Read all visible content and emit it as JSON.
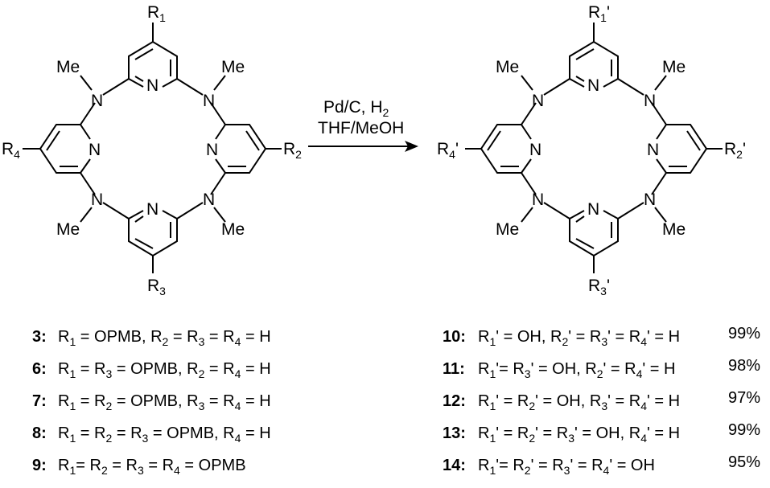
{
  "scheme": {
    "reagents": {
      "line1": "Pd/C, H",
      "line1_sub": "2",
      "line2": "THF/MeOH"
    },
    "atoms": {
      "N": "N",
      "Me": "Me",
      "R": "R",
      "prime": "'"
    },
    "left_structure": {
      "substituents": [
        "1",
        "2",
        "3",
        "4"
      ]
    },
    "right_structure": {
      "substituents": [
        "1",
        "2",
        "3",
        "4"
      ]
    },
    "left_list": [
      {
        "num": "3:",
        "parts": [
          [
            "R",
            "1"
          ],
          [
            " = OPMB, ",
            ""
          ],
          [
            "R",
            "2"
          ],
          [
            " = ",
            ""
          ],
          [
            "R",
            "3"
          ],
          [
            " = ",
            ""
          ],
          [
            "R",
            "4"
          ],
          [
            " = H",
            ""
          ]
        ]
      },
      {
        "num": "6:",
        "parts": [
          [
            "R",
            "1"
          ],
          [
            " = ",
            ""
          ],
          [
            "R",
            "3"
          ],
          [
            " = OPMB, ",
            ""
          ],
          [
            "R",
            "2"
          ],
          [
            " = ",
            ""
          ],
          [
            "R",
            "4"
          ],
          [
            " = H",
            ""
          ]
        ]
      },
      {
        "num": "7:",
        "parts": [
          [
            "R",
            "1"
          ],
          [
            " = ",
            ""
          ],
          [
            "R",
            "2"
          ],
          [
            " = OPMB, ",
            ""
          ],
          [
            "R",
            "3"
          ],
          [
            " = ",
            ""
          ],
          [
            "R",
            "4"
          ],
          [
            " = H",
            ""
          ]
        ]
      },
      {
        "num": "8:",
        "parts": [
          [
            "R",
            "1"
          ],
          [
            " = ",
            ""
          ],
          [
            "R",
            "2"
          ],
          [
            " = ",
            ""
          ],
          [
            "R",
            "3"
          ],
          [
            " = OPMB, ",
            ""
          ],
          [
            "R",
            "4"
          ],
          [
            " = H",
            ""
          ]
        ]
      },
      {
        "num": "9:",
        "parts": [
          [
            "R",
            "1"
          ],
          [
            "= ",
            ""
          ],
          [
            "R",
            "2"
          ],
          [
            " = ",
            ""
          ],
          [
            "R",
            "3"
          ],
          [
            " = ",
            ""
          ],
          [
            "R",
            "4"
          ],
          [
            " =  OPMB",
            ""
          ]
        ]
      }
    ],
    "right_list": [
      {
        "num": "10:",
        "yield": "99%",
        "parts": [
          [
            "R",
            "1"
          ],
          [
            "' = OH, ",
            ""
          ],
          [
            "R",
            "2"
          ],
          [
            "' = ",
            ""
          ],
          [
            "R",
            "3"
          ],
          [
            "' = ",
            ""
          ],
          [
            "R",
            "4"
          ],
          [
            "' = H",
            ""
          ]
        ]
      },
      {
        "num": "11:",
        "yield": "98%",
        "parts": [
          [
            "R",
            "1"
          ],
          [
            "'= ",
            ""
          ],
          [
            "R",
            "3"
          ],
          [
            "' = OH, ",
            ""
          ],
          [
            "R",
            "2"
          ],
          [
            "' = ",
            ""
          ],
          [
            "R",
            "4"
          ],
          [
            "' = H",
            ""
          ]
        ]
      },
      {
        "num": "12:",
        "yield": "97%",
        "parts": [
          [
            "R",
            "1"
          ],
          [
            "' = ",
            ""
          ],
          [
            "R",
            "2"
          ],
          [
            "' = OH, ",
            ""
          ],
          [
            "R",
            "3"
          ],
          [
            "' = ",
            ""
          ],
          [
            "R",
            "4"
          ],
          [
            "' = H",
            ""
          ]
        ]
      },
      {
        "num": "13:",
        "yield": "99%",
        "parts": [
          [
            "R",
            "1"
          ],
          [
            "' = ",
            ""
          ],
          [
            "R",
            "2"
          ],
          [
            "' = ",
            ""
          ],
          [
            "R",
            "3"
          ],
          [
            "' = OH, ",
            ""
          ],
          [
            "R",
            "4"
          ],
          [
            "' = H",
            ""
          ]
        ]
      },
      {
        "num": "14:",
        "yield": "95%",
        "parts": [
          [
            "R",
            "1"
          ],
          [
            "'= ",
            ""
          ],
          [
            "R",
            "2"
          ],
          [
            "' = ",
            ""
          ],
          [
            "R",
            "3"
          ],
          [
            "' = ",
            ""
          ],
          [
            "R",
            "4"
          ],
          [
            "' =  OH",
            ""
          ]
        ]
      }
    ]
  }
}
